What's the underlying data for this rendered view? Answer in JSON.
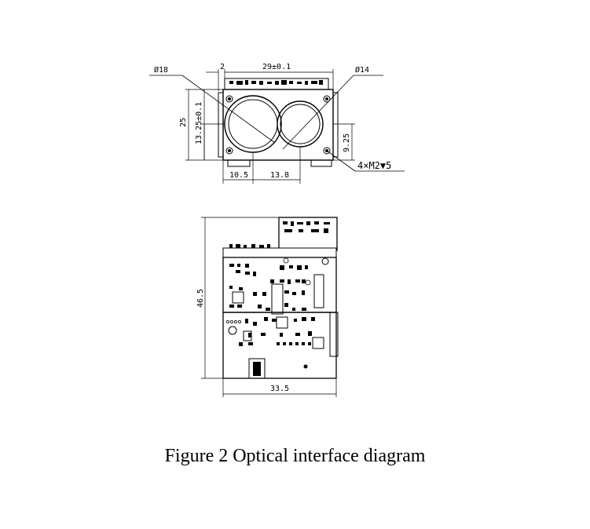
{
  "caption": "Figure 2 Optical interface diagram",
  "top_view": {
    "lens_left_dia": "Ø18",
    "lens_right_dia": "Ø14",
    "offset_left": "2",
    "width_span": "29±0.1",
    "height_total": "25",
    "height_center": "13.25±0.1",
    "height_right": "9.25",
    "bottom_left": "10.5",
    "bottom_right": "13.8",
    "holes": "4×M2▼5"
  },
  "side_view": {
    "height": "46.5",
    "width": "33.5"
  }
}
